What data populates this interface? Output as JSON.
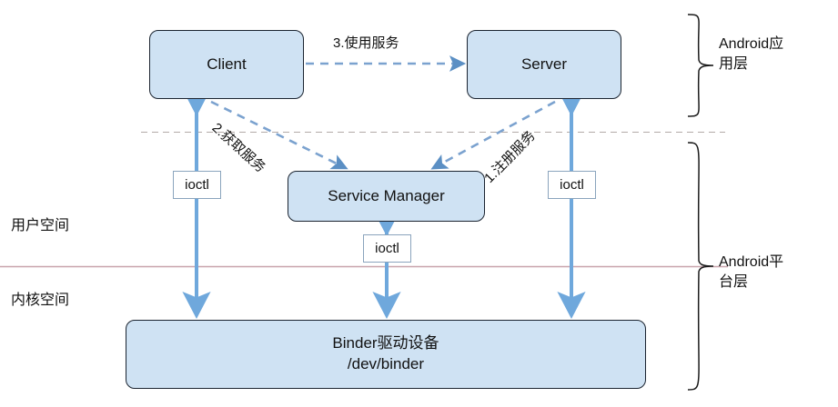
{
  "diagram": {
    "title": "Android Binder architecture",
    "nodes": {
      "client": "Client",
      "server": "Server",
      "service_manager": "Service Manager",
      "binder_line1": "Binder驱动设备",
      "binder_line2": "/dev/binder"
    },
    "ioctl_boxes": {
      "left": "ioctl",
      "middle": "ioctl",
      "right": "ioctl"
    },
    "edge_labels": {
      "use_service": "3.使用服务",
      "get_service": "2.获取服务",
      "register_service": "1.注册服务"
    },
    "side_labels": {
      "user_space": "用户空间",
      "kernel_space": "内核空间",
      "android_app_layer": "Android应\n用层",
      "android_platform_layer": "Android平\n台层"
    },
    "colors": {
      "node_fill": "#cfe2f3",
      "node_stroke": "#1b2430",
      "arrow_solid": "#6fa8dc",
      "arrow_dashed": "#6f9fd0",
      "divider_dashed": "#b0a8a8",
      "divider_solid": "#c9a0a8",
      "ioctl_stroke": "#8aa4bd",
      "brace_stroke": "#1b1b1b"
    }
  }
}
